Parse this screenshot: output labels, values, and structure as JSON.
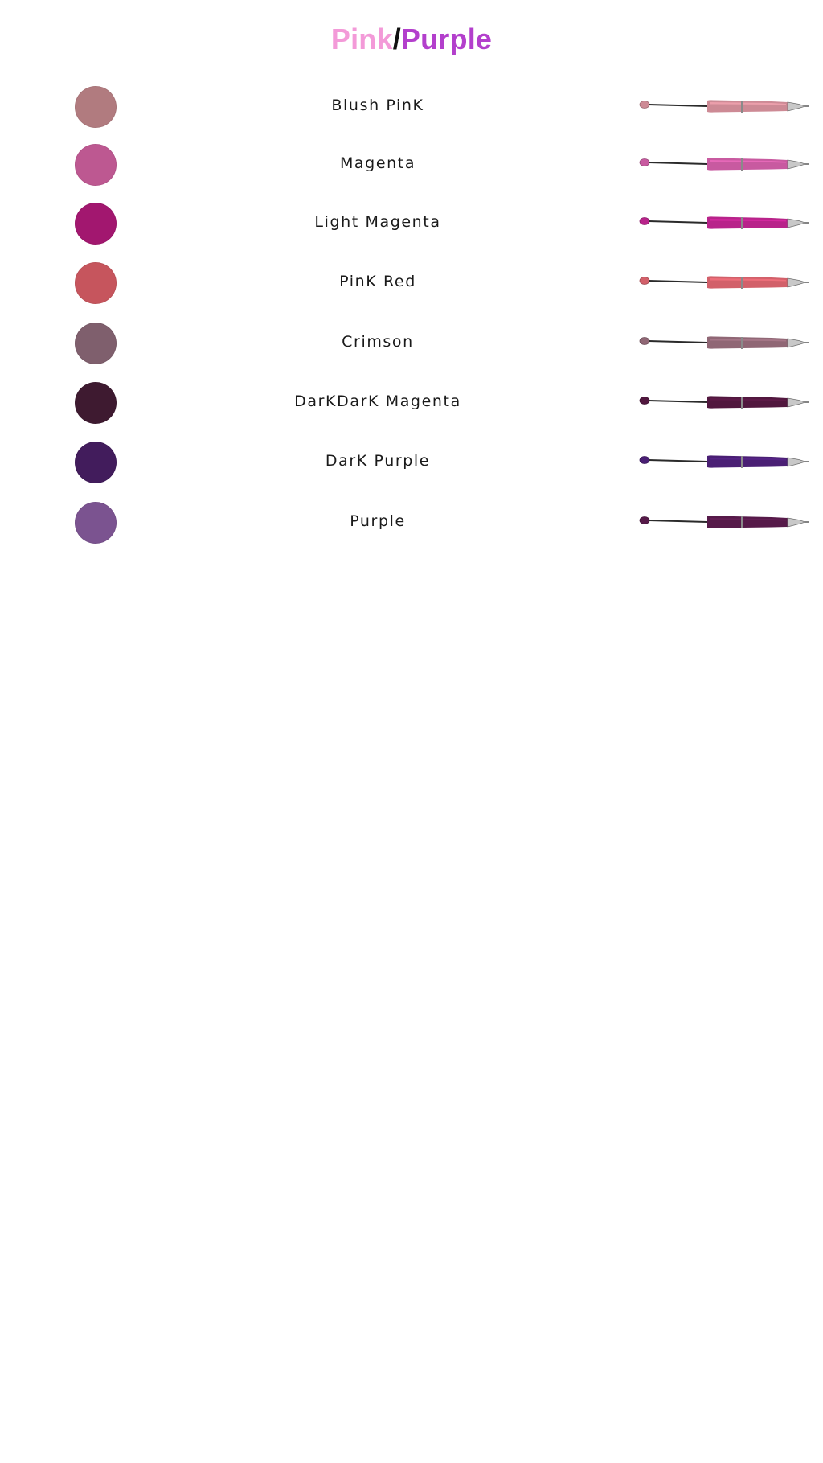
{
  "title": {
    "part1": "Pink",
    "separator": "/",
    "part2": "Purple",
    "color1": "#f39ad8",
    "separator_color": "#111111",
    "color2": "#b33fcc"
  },
  "colors": [
    {
      "name": "Blush PinK",
      "hex": "#b17b7f"
    },
    {
      "name": "Magenta",
      "hex": "#bd5891"
    },
    {
      "name": "Light Magenta",
      "hex": "#a2176f"
    },
    {
      "name": "PinK Red",
      "hex": "#c6555d"
    },
    {
      "name": "Crimson",
      "hex": "#7f5f6d"
    },
    {
      "name": "DarKDarK Magenta",
      "hex": "#3e1a30"
    },
    {
      "name": "DarK Purple",
      "hex": "#421c5c"
    },
    {
      "name": "Purple",
      "hex": "#7b5390"
    }
  ],
  "pens": [
    {
      "hex": "#cd8a95"
    },
    {
      "hex": "#c85aa0"
    },
    {
      "hex": "#b8238a"
    },
    {
      "hex": "#d2606a"
    },
    {
      "hex": "#906775"
    },
    {
      "hex": "#51173e"
    },
    {
      "hex": "#4a1f74"
    },
    {
      "hex": "#561a49"
    }
  ]
}
